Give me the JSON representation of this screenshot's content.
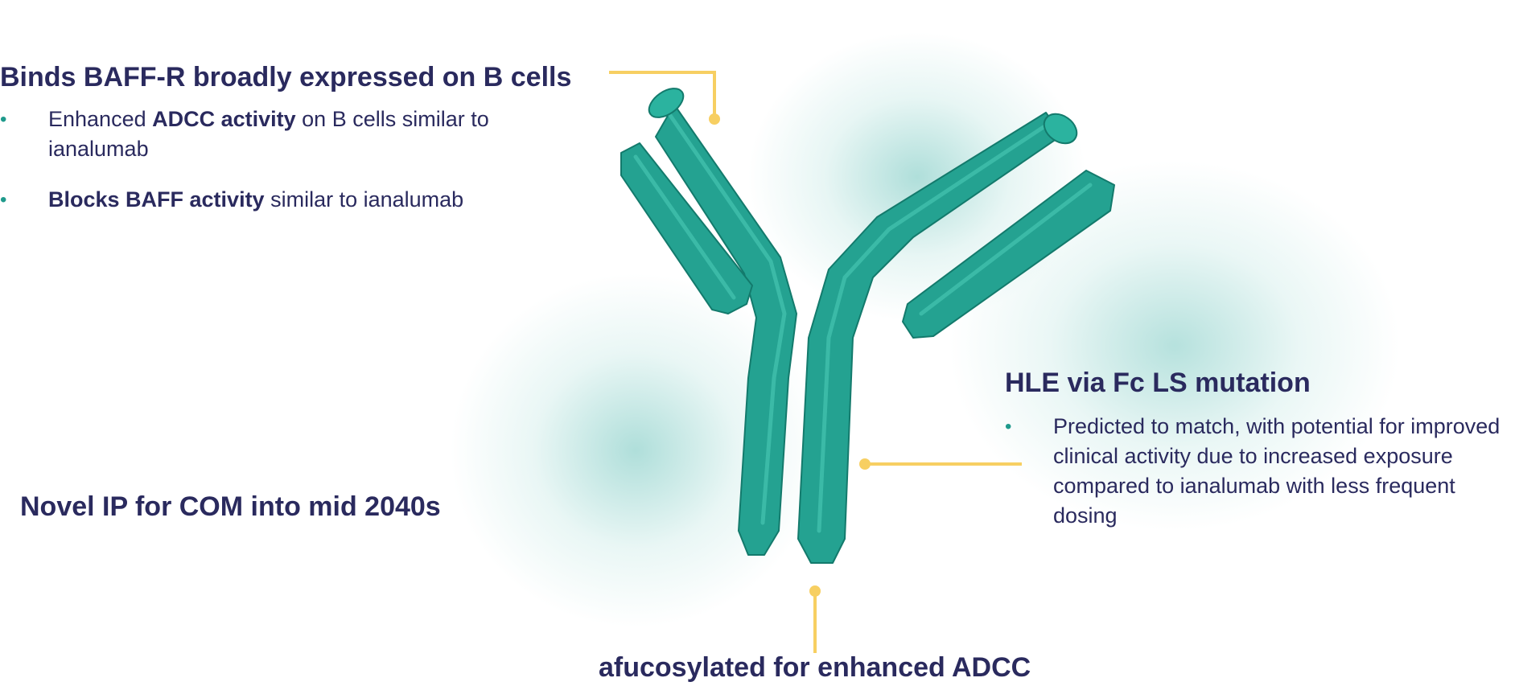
{
  "top_left": {
    "heading": "Binds BAFF-R broadly expressed on B cells",
    "bullets": [
      {
        "pre": "Enhanced ",
        "bold": "ADCC activity",
        "post": " on B cells similar to ianalumab"
      },
      {
        "pre": "",
        "bold": "Blocks BAFF activity",
        "post": " similar to ianalumab"
      }
    ]
  },
  "right": {
    "heading": "HLE via Fc LS mutation",
    "bullets": [
      {
        "text": "Predicted to match, with potential for improved clinical activity due to increased exposure compared to ianalumab with less frequent dosing"
      }
    ]
  },
  "bottom_left": {
    "heading": "Novel IP for COM into mid 2040s"
  },
  "bottom": {
    "heading": "afucosylated for enhanced ADCC"
  },
  "colors": {
    "heading_text": "#2a2a5e",
    "antibody_fill": "#24a291",
    "antibody_shade": "#137a6c",
    "connector": "#f7cf62",
    "bullet_dot": "#1f9a8c",
    "glow": "#6ec4bc"
  },
  "icons": {
    "bullet": "•"
  }
}
